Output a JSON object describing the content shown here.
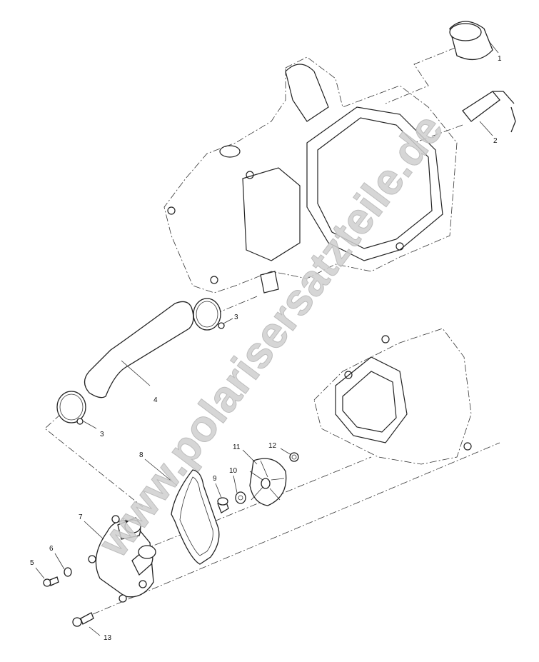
{
  "watermark": "www.polarisersatzteile.de",
  "callouts": {
    "p1": "1",
    "p2": "2",
    "p3a": "3",
    "p3b": "3",
    "p4": "4",
    "p5": "5",
    "p6": "6",
    "p7": "7",
    "p8": "8",
    "p9": "9",
    "p10": "10",
    "p11": "11",
    "p12": "12",
    "p13": "13"
  }
}
